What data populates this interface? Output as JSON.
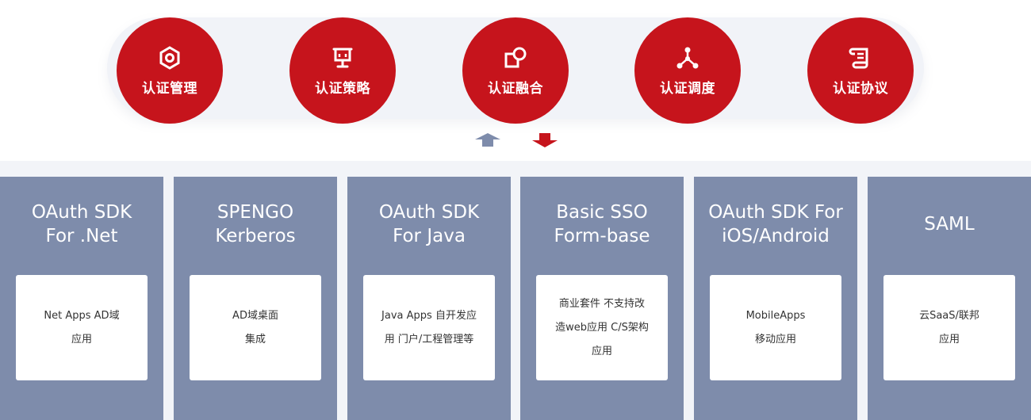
{
  "categories": [
    {
      "label": "认证管理",
      "icon": "hexagon-icon"
    },
    {
      "label": "认证策略",
      "icon": "presentation-board-icon"
    },
    {
      "label": "认证融合",
      "icon": "overlap-shapes-icon"
    },
    {
      "label": "认证调度",
      "icon": "network-nodes-icon"
    },
    {
      "label": "认证协议",
      "icon": "scroll-document-icon"
    }
  ],
  "arrows": [
    {
      "direction": "up",
      "color": "#7e8cab"
    },
    {
      "direction": "down",
      "color": "#c6141c"
    }
  ],
  "integrations": [
    {
      "title": "OAuth SDK\nFor .Net",
      "desc": "Net Apps AD域\n应用"
    },
    {
      "title": "SPENGO\nKerberos",
      "desc": "AD域桌面\n集成"
    },
    {
      "title": "OAuth SDK\nFor Java",
      "desc": "Java Apps 自开发应\n用 门户/工程管理等"
    },
    {
      "title": "Basic SSO\nForm-base",
      "desc": "商业套件 不支持改\n造web应用 C/S架构\n应用"
    },
    {
      "title": "OAuth SDK For\niOS/Android",
      "desc": "MobileApps\n移动应用"
    },
    {
      "title": "SAML",
      "desc": "云SaaS/联邦\n应用"
    }
  ],
  "colors": {
    "accent_red": "#c6141c",
    "card_blue": "#7e8cab",
    "band": "#f1f3f8"
  }
}
